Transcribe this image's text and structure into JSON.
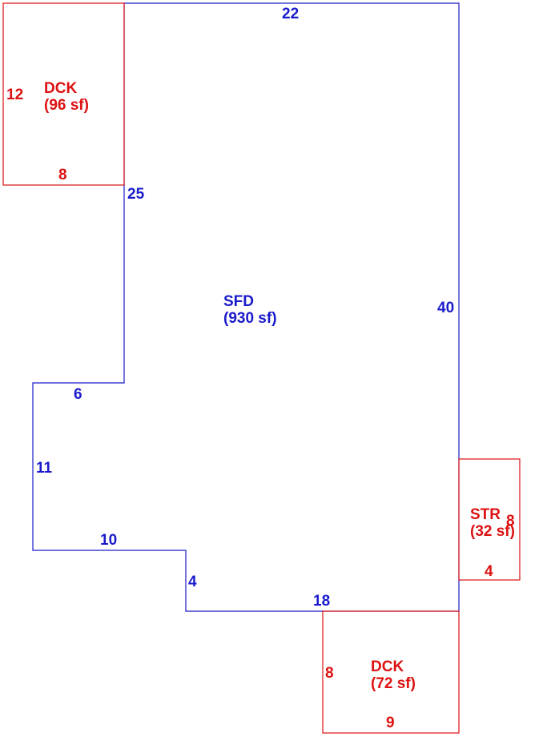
{
  "colors": {
    "main": "#1a1acc",
    "addition": "#dd1111"
  },
  "sfd": {
    "name": "SFD",
    "area": "(930 sf)",
    "dims": {
      "top": "22",
      "right": "40",
      "upper_left": "25",
      "step_top": "6",
      "step_left": "11",
      "step_bottom": "10",
      "notch": "4",
      "bottom": "18"
    }
  },
  "deck_upper": {
    "name": "DCK",
    "area": "(96 sf)",
    "dims": {
      "height": "12",
      "width": "8"
    }
  },
  "storage": {
    "name": "STR",
    "area": "(32 sf)",
    "dims": {
      "height": "8",
      "width": "4"
    }
  },
  "deck_lower": {
    "name": "DCK",
    "area": "(72 sf)",
    "dims": {
      "height": "8",
      "width": "9"
    }
  }
}
